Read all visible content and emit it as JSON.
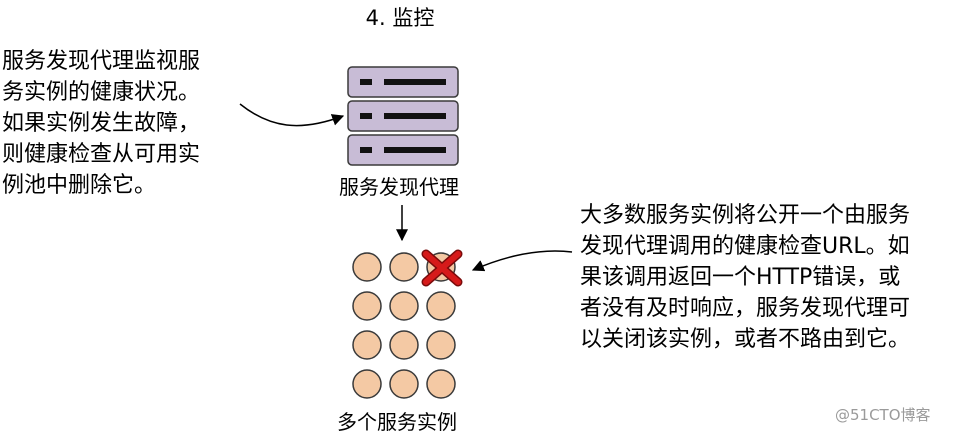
{
  "title": "4. 监控",
  "left_note": {
    "lines": [
      "服务发现代理监视服",
      "务实例的健康状况。",
      "如果实例发生故障，",
      "则健康检查从可用实",
      "例池中删除它。"
    ]
  },
  "right_note": {
    "lines": [
      "大多数服务实例将公开一个由服务",
      "发现代理调用的健康检查URL。如",
      "果该调用返回一个HTTP错误，或",
      "者没有及时响应，服务发现代理可",
      "以关闭该实例，或者不路由到它。"
    ]
  },
  "server_label": "服务发现代理",
  "instances_label": "多个服务实例",
  "watermark": "@51CTO博客",
  "instances": {
    "count": 12,
    "failed_count": 1
  },
  "colors": {
    "server_fill": "#c8bcd6",
    "server_stroke": "#3a3a3a",
    "instance_fill": "#f4c9a4",
    "instance_stroke": "#3a3a3a",
    "fail_mark": "#d61a1a"
  }
}
